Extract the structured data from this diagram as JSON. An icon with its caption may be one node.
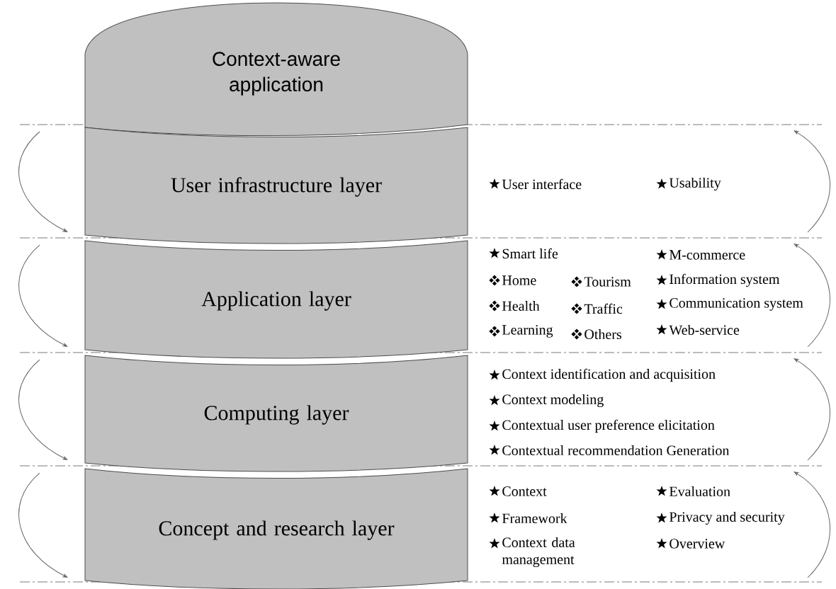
{
  "diagram": {
    "nodes": [
      {
        "text": [
          "Context-aware application"
        ]
      },
      {
        "text": [
          "User infrastructure layer"
        ]
      },
      {
        "text": [
          "Application layer"
        ]
      },
      {
        "text": [
          "Computing layer"
        ]
      },
      {
        "text": [
          "Concept and research layer"
        ]
      }
    ],
    "labels": [
      "User interface",
      "Usability",
      "Smart life",
      "M-commerce",
      "Home",
      "Tourism",
      "Information system",
      "Health",
      "Traffic",
      "Communication system",
      "Learning",
      "Others",
      "Web-service",
      "Context identification and acquisition",
      "Context modeling",
      "Contextual user preference elicitation",
      "Contextual recommendation Generation",
      "Context",
      "Evaluation",
      "Framework",
      "Privacy and security",
      "Context data management",
      "Overview"
    ]
  }
}
